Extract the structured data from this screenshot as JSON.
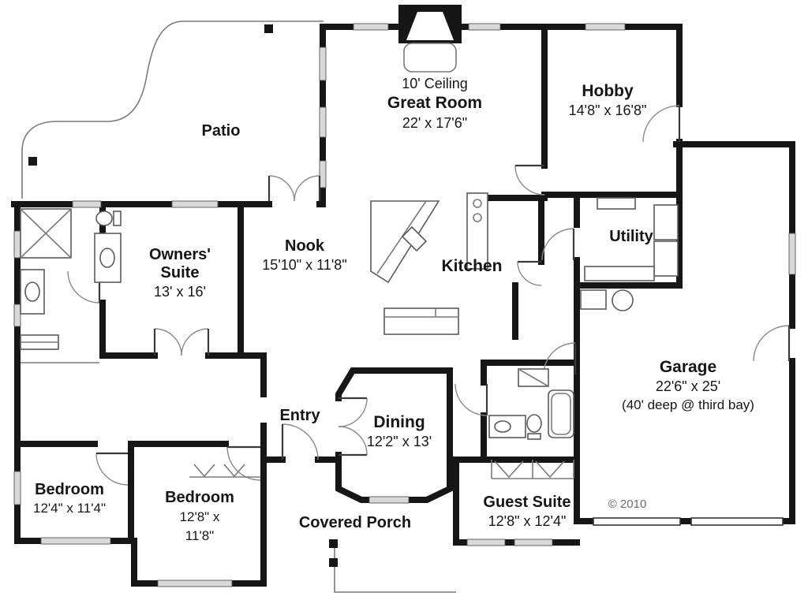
{
  "colors": {
    "wall": "#161616",
    "thin_line": "#7a7a7a",
    "window_fill": "#d9d9d9",
    "text": "#161616",
    "background": "#ffffff"
  },
  "rooms": {
    "patio": {
      "name": "Patio"
    },
    "great_room": {
      "ceiling": "10' Ceiling",
      "name": "Great Room",
      "dims": "22' x 17'6\""
    },
    "hobby": {
      "name": "Hobby",
      "dims": "14'8\" x 16'8\""
    },
    "owners_suite": {
      "name1": "Owners'",
      "name2": "Suite",
      "dims": "13' x 16'"
    },
    "nook": {
      "name": "Nook",
      "dims": "15'10\" x 11'8\""
    },
    "kitchen": {
      "name": "Kitchen"
    },
    "utility": {
      "name": "Utility"
    },
    "garage": {
      "name": "Garage",
      "dims": "22'6\" x 25'",
      "note": "(40' deep @ third bay)"
    },
    "entry": {
      "name": "Entry"
    },
    "dining": {
      "name": "Dining",
      "dims": "12'2\" x 13'"
    },
    "bedroom_left": {
      "name": "Bedroom",
      "dims": "12'4\" x 11'4\""
    },
    "bedroom_mid": {
      "name": "Bedroom",
      "dims1": "12'8\" x",
      "dims2": "11'8\""
    },
    "covered_porch": {
      "name": "Covered Porch"
    },
    "guest_suite": {
      "name": "Guest Suite",
      "dims": "12'8\" x 12'4\""
    }
  },
  "footer": {
    "copyright": "© 2010"
  }
}
